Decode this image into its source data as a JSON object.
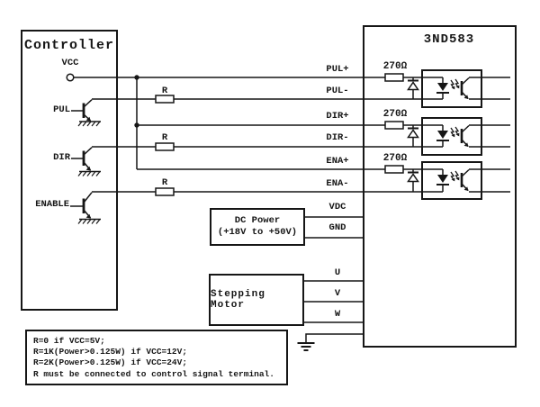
{
  "controller": {
    "title": "Controller",
    "vcc_label": "VCC",
    "pul_label": "PUL",
    "dir_label": "DIR",
    "enable_label": "ENABLE"
  },
  "driver": {
    "title": "3ND583",
    "input_resistor_value": "270Ω",
    "terminals": {
      "pul_plus": "PUL+",
      "pul_minus": "PUL-",
      "dir_plus": "DIR+",
      "dir_minus": "DIR-",
      "ena_plus": "ENA+",
      "ena_minus": "ENA-",
      "vdc": "VDC",
      "gnd": "GND",
      "u": "U",
      "v": "V",
      "w": "W"
    }
  },
  "series_resistor_label": "R",
  "dc_power": {
    "title": "DC Power",
    "range": "(+18V to +50V)"
  },
  "stepping_motor": {
    "title": "Stepping Motor"
  },
  "notes": {
    "line1": "R=0 if VCC=5V;",
    "line2": "R=1K(Power>0.125W) if VCC=12V;",
    "line3": "R=2K(Power>0.125W) if VCC=24V;",
    "line4": "R must be connected to control signal terminal."
  },
  "colors": {
    "line": "#161616",
    "background": "#ffffff"
  }
}
